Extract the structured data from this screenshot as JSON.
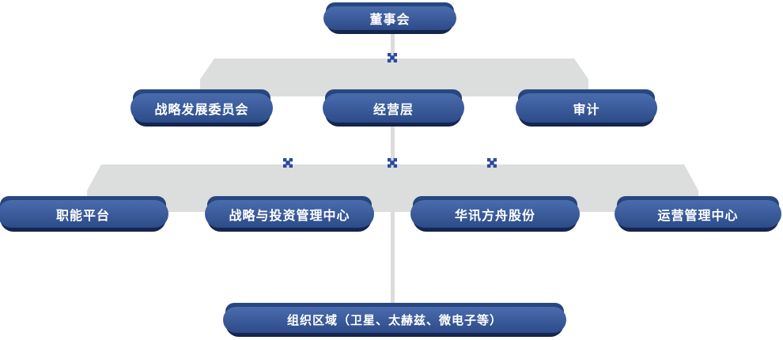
{
  "org_chart": {
    "root": {
      "label": "董事会"
    },
    "level2": {
      "strategy_committee": {
        "label": "战略发展委员会"
      },
      "management": {
        "label": "经营层"
      },
      "audit": {
        "label": "审计"
      }
    },
    "level3": {
      "functional_platform": {
        "label": "职能平台"
      },
      "strategy_investment_center": {
        "label": "战略与投资管理中心"
      },
      "huaxun_fangzhou_shares": {
        "label": "华讯方舟股份"
      },
      "operations_center": {
        "label": "运营管理中心"
      }
    },
    "bottom": {
      "org_regions": {
        "label": "组织区域（卫星、太赫兹、微电子等）"
      }
    },
    "colors": {
      "node_gradient_top": "#2a4a84",
      "node_gradient_bottom": "#13234d",
      "node_side_highlight": "#4a6cae",
      "connector_band": "#dcdddd",
      "connector_line": "#dcdcdc",
      "plus_icon": "#2b4a9f",
      "node_text": "#ffffff",
      "background": "#ffffff"
    }
  }
}
